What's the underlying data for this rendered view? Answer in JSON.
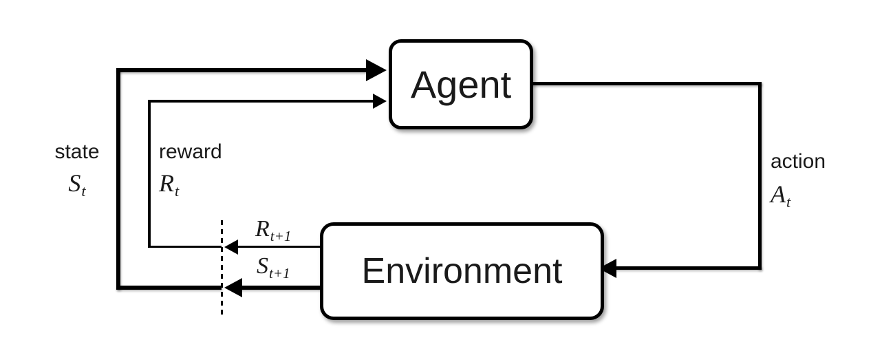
{
  "canvas": {
    "background": "#ffffff",
    "line_color": "#000000"
  },
  "nodes": {
    "agent_label": "Agent",
    "environment_label": "Environment"
  },
  "labels": {
    "state_word": "state",
    "state_base": "S",
    "state_sub": "t",
    "reward_word": "reward",
    "reward_base": "R",
    "reward_sub": "t",
    "action_word": "action",
    "action_base": "A",
    "action_sub": "t",
    "next_reward_base": "R",
    "next_reward_sub": "t+1",
    "next_state_base": "S",
    "next_state_sub": "t+1"
  }
}
